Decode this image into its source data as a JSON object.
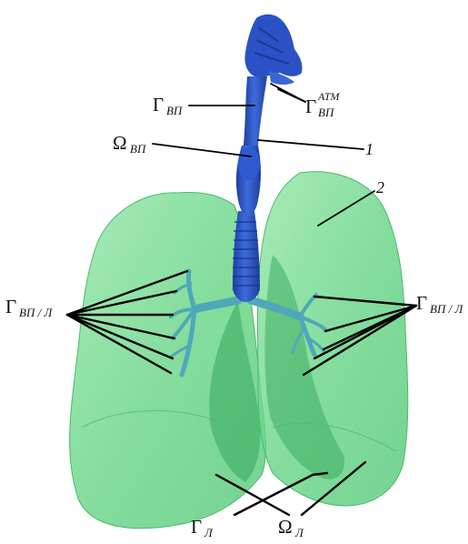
{
  "colors": {
    "lung_fill": "#5fd67f",
    "lung_dark": "#2f9e50",
    "airway": "#2b55c9",
    "airway_dark": "#1a3a96",
    "airway_light": "#4a78e0",
    "bronchi": "#4fa8b8",
    "label_color": "#111111"
  },
  "labels": {
    "gamma_airway": {
      "main": "Γ",
      "sub": "ВП"
    },
    "gamma_airway_atm": {
      "main": "Γ",
      "sub": "ВП",
      "sup": "АТМ"
    },
    "omega_airway": {
      "main": "Ω",
      "sub": "ВП"
    },
    "number_1": "1",
    "number_2": "2",
    "gamma_interface_left": {
      "main": "Γ",
      "sub": "ВП / Л"
    },
    "gamma_interface_right": {
      "main": "Γ",
      "sub": "ВП / Л"
    },
    "gamma_lung": {
      "main": "Γ",
      "sub": "Л"
    },
    "omega_lung": {
      "main": "Ω",
      "sub": "Л"
    }
  }
}
